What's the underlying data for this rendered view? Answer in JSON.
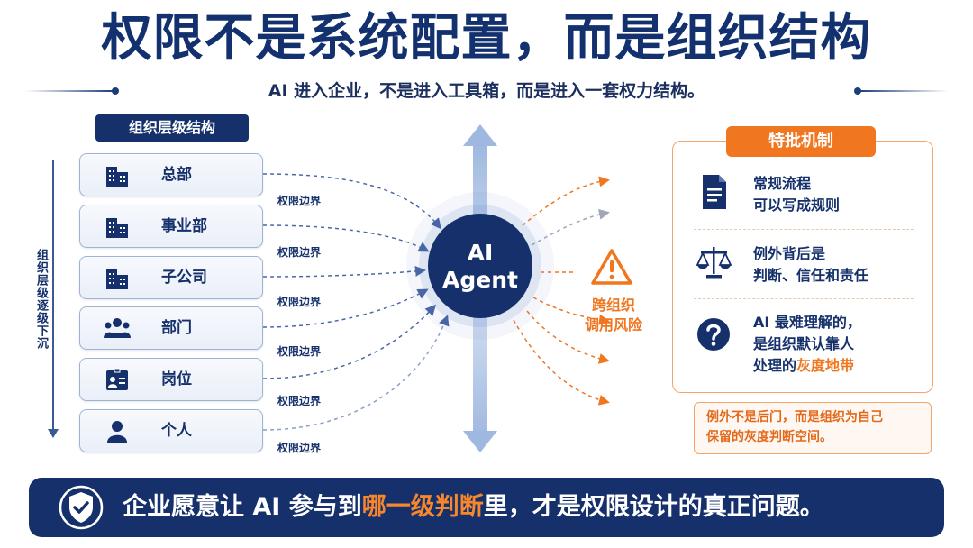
{
  "header": {
    "title": "权限不是系统配置，而是组织结构",
    "subtitle": "AI 进入企业，不是进入工具箱，而是进入一套权力结构。"
  },
  "org": {
    "header": "组织层级结构",
    "axis_label": "组织层级逐级下沉",
    "levels": [
      {
        "label": "总部",
        "icon": "building-icon",
        "boundary": "权限边界"
      },
      {
        "label": "事业部",
        "icon": "building-icon",
        "boundary": "权限边界"
      },
      {
        "label": "子公司",
        "icon": "building-icon",
        "boundary": "权限边界"
      },
      {
        "label": "部门",
        "icon": "group-icon",
        "boundary": "权限边界"
      },
      {
        "label": "岗位",
        "icon": "id-badge-icon",
        "boundary": "权限边界"
      },
      {
        "label": "个人",
        "icon": "person-icon",
        "boundary": "权限边界"
      }
    ]
  },
  "agent": {
    "line1": "AI",
    "line2": "Agent"
  },
  "risk": {
    "line1": "跨组织",
    "line2": "调用风险",
    "icon": "warning-icon"
  },
  "special": {
    "header": "特批机制",
    "items": [
      {
        "icon": "document-icon",
        "line1": "常规流程",
        "line2": "可以写成规则"
      },
      {
        "icon": "scales-icon",
        "line1": "例外背后是",
        "line2": "判断、信任和责任"
      },
      {
        "icon": "question-icon",
        "line1": "AI 最难理解的，",
        "line2": "是组织默认靠人",
        "line3_prefix": "处理的",
        "line3_highlight": "灰度地带"
      }
    ],
    "note_line1": "例外不是后门，而是组织为自己",
    "note_line2": "保留的灰度判断空间。"
  },
  "banner": {
    "icon": "shield-check-icon",
    "prefix": "企业愿意让 AI 参与到",
    "highlight": "哪一级判断",
    "suffix": "里，才是权限设计的真正问题。"
  },
  "colors": {
    "navy": "#15306b",
    "orange": "#f0761f",
    "light_blue": "#9fb8e0"
  }
}
